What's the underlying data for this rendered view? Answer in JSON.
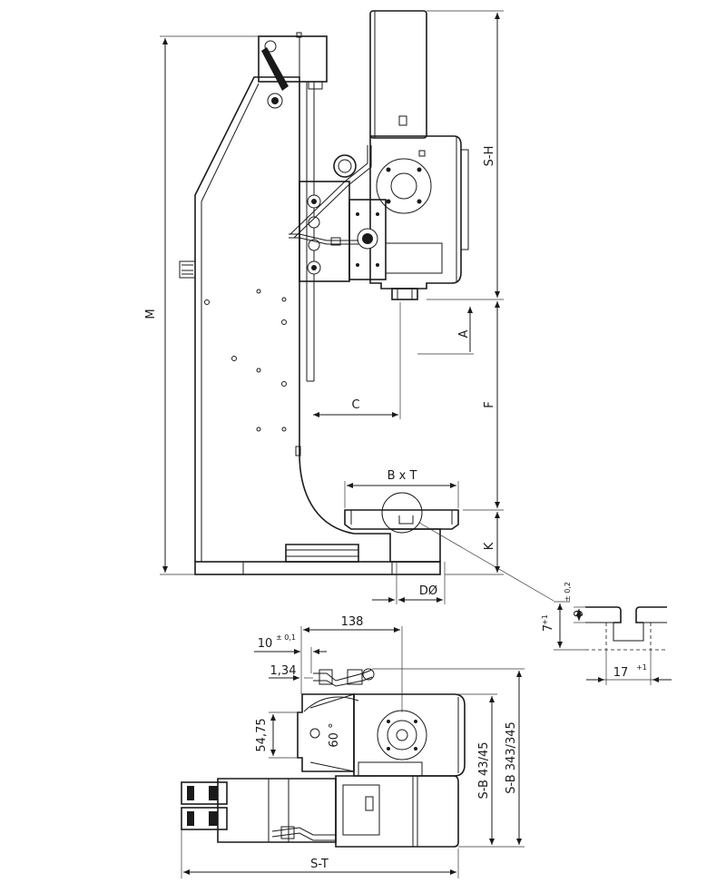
{
  "labels": {
    "m": "M",
    "s_h": "S-H",
    "a": "A",
    "c": "C",
    "f": "F",
    "b_x_t": "B x T",
    "k": "K",
    "d_dia": "DØ",
    "dim_138": "138",
    "dim_10": "10",
    "dim_10_tol": "± 0,1",
    "dim_1_34": "1,34",
    "dim_54_75": "54,75",
    "dim_60": "60 °",
    "s_b_43_45": "S-B 43/45",
    "s_b_343_345": "S-B 343/345",
    "s_t": "S-T",
    "detail_7": "7",
    "detail_7_tol": "+1",
    "detail_9": "9",
    "detail_9_tol": "± 0,2",
    "detail_17": "17",
    "detail_17_tol": "+1"
  }
}
